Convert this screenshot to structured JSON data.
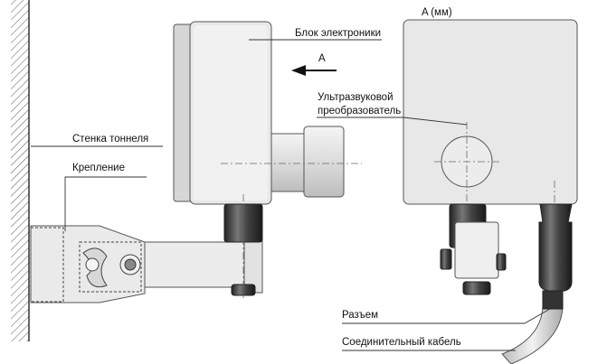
{
  "labels": {
    "view_a": "A (мм)",
    "electronics_unit": "Блок электроники",
    "arrow_a": "А",
    "transducer_line1": "Ультразвуковой",
    "transducer_line2": "преобразователь",
    "tunnel_wall": "Стенка тоннеля",
    "mount": "Крепление",
    "connector": "Разъем",
    "cable": "Соединительный кабель"
  },
  "colors": {
    "body_fill": "#e6e6e6",
    "body_light": "#f1f1f1",
    "body_dark": "#c8c8c8",
    "outline": "#555555",
    "connector_dark": "#333333",
    "leader": "#333333"
  }
}
